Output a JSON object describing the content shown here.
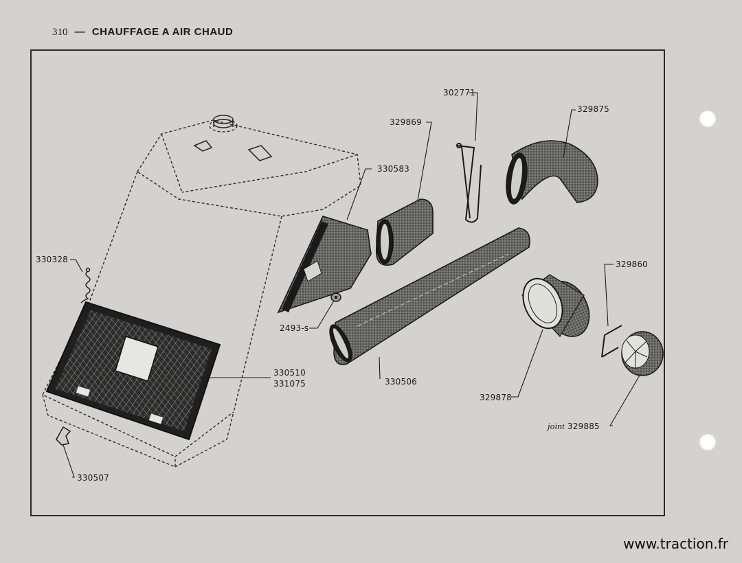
{
  "header": {
    "page_number": "310",
    "separator": "—",
    "title": "CHAUFFAGE A AIR CHAUD"
  },
  "labels": {
    "p302771": "302771",
    "p329869": "329869",
    "p329875": "329875",
    "p330583": "330583",
    "p330328": "330328",
    "p329860": "329860",
    "p2493": "2493-s",
    "p330510": "330510",
    "p331075": "331075",
    "p330506": "330506",
    "p329878": "329878",
    "p329885_prefix": "joint",
    "p329885": "329885",
    "p330507": "330507"
  },
  "footer": {
    "website": "www.traction.fr"
  },
  "colors": {
    "paper": "#d3d2ce",
    "ink": "#1a1a1a"
  }
}
